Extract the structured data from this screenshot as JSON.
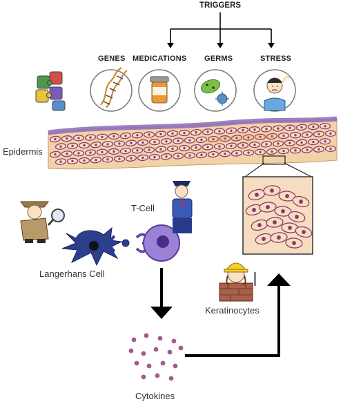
{
  "title": "TRIGGERS",
  "triggers": [
    {
      "label": "GENES",
      "icon": "dna-icon"
    },
    {
      "label": "MEDICATIONS",
      "icon": "pill-bottle-icon"
    },
    {
      "label": "GERMS",
      "icon": "germ-icon"
    },
    {
      "label": "STRESS",
      "icon": "stressed-person-icon"
    }
  ],
  "labels": {
    "epidermis": "Epidermis",
    "t_cell": "T-Cell",
    "langerhans": "Langerhans Cell",
    "keratinocytes": "Keratinocytes",
    "cytokines": "Cytokines"
  },
  "colors": {
    "skin_fill": "#f2d2a8",
    "skin_top": "#8b6bb8",
    "cell_outline": "#8a3b6e",
    "langerhans": "#2c3e8c",
    "t_cell": "#7b5cb8",
    "cytokine": "#a45a8e",
    "arrow": "#000000"
  }
}
